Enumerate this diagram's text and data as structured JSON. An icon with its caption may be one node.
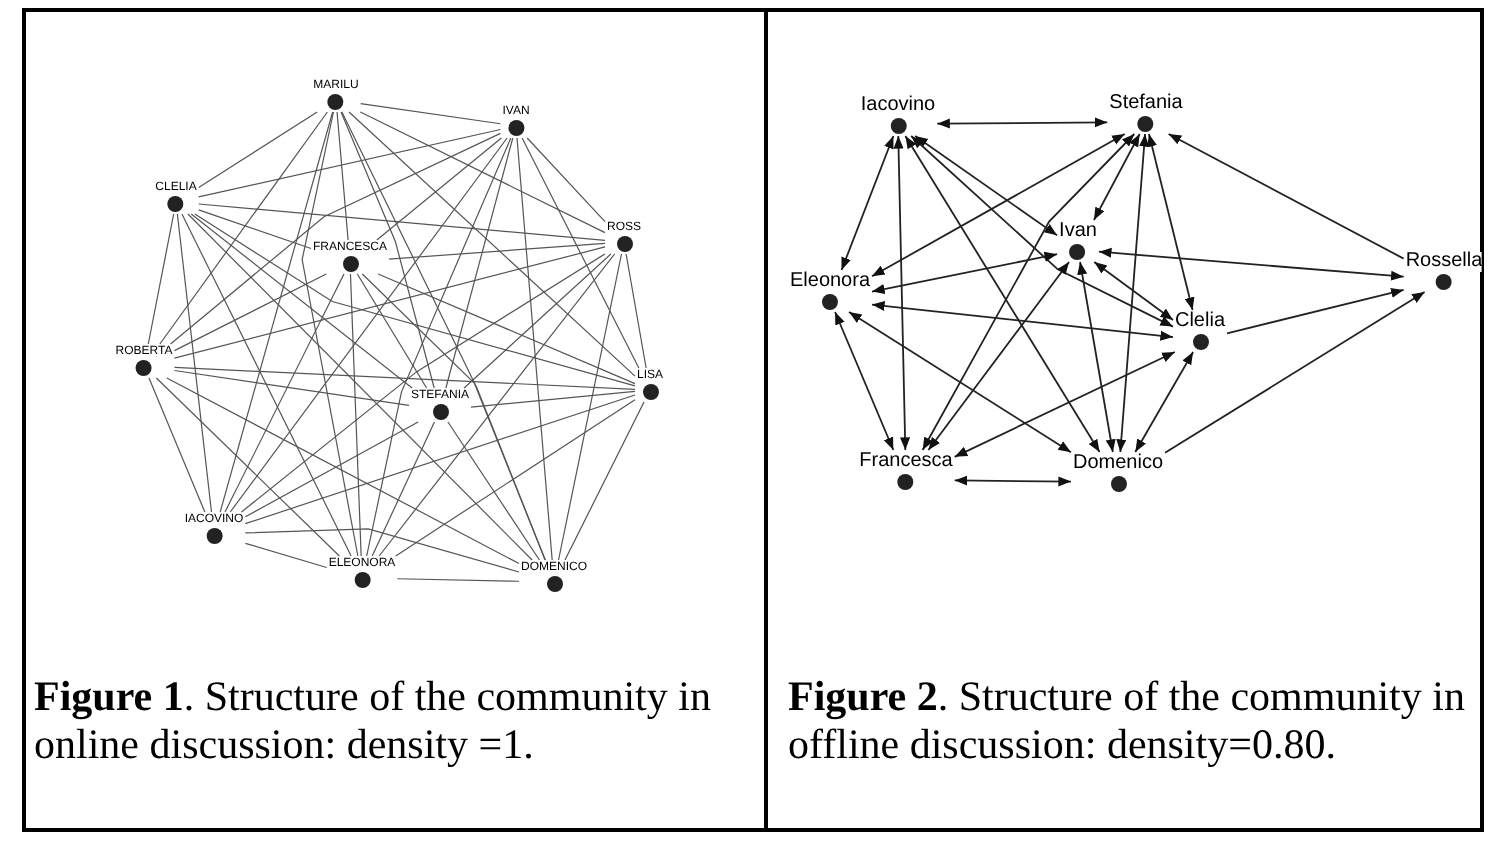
{
  "diagram": {
    "nodes": [
      {
        "text": [
          "MARILU"
        ]
      },
      {
        "text": [
          "IVAN"
        ]
      },
      {
        "text": [
          "CLELIA"
        ]
      },
      {
        "text": [
          "ROSS"
        ]
      },
      {
        "text": [
          "FRANCESCA"
        ]
      },
      {
        "text": [
          "ROBERTA"
        ]
      },
      {
        "text": [
          "LISA"
        ]
      },
      {
        "text": [
          "STEFANIA"
        ]
      },
      {
        "text": [
          "IACOVINO"
        ]
      },
      {
        "text": [
          "ELEONORA"
        ]
      },
      {
        "text": [
          "DOMENICO"
        ]
      },
      {
        "text": [
          "Iacovino"
        ]
      },
      {
        "text": [
          "Stefania"
        ]
      },
      {
        "text": [
          "Ivan"
        ]
      },
      {
        "text": [
          "Rossella"
        ]
      },
      {
        "text": [
          "Eleonora"
        ]
      },
      {
        "text": [
          "Clelia"
        ]
      },
      {
        "text": [
          "Francesca"
        ]
      },
      {
        "text": [
          "Domenico"
        ]
      }
    ],
    "edges": [
      {
        "from": 0,
        "to": 1,
        "arrow": "none"
      },
      {
        "from": 0,
        "to": 2,
        "arrow": "none"
      },
      {
        "from": 0,
        "to": 3,
        "arrow": "none"
      },
      {
        "from": 0,
        "to": 4,
        "arrow": "none"
      },
      {
        "from": 0,
        "to": 5,
        "arrow": "none"
      },
      {
        "from": 0,
        "to": 6,
        "arrow": "none"
      },
      {
        "from": 0,
        "to": 7,
        "arrow": "none"
      },
      {
        "from": 0,
        "to": 8,
        "arrow": "none"
      },
      {
        "from": 0,
        "to": 9,
        "arrow": "none"
      },
      {
        "from": 0,
        "to": 10,
        "arrow": "none"
      },
      {
        "from": 1,
        "to": 2,
        "arrow": "none"
      },
      {
        "from": 1,
        "to": 3,
        "arrow": "none"
      },
      {
        "from": 1,
        "to": 4,
        "arrow": "none"
      },
      {
        "from": 1,
        "to": 5,
        "arrow": "none"
      },
      {
        "from": 1,
        "to": 6,
        "arrow": "none"
      },
      {
        "from": 1,
        "to": 7,
        "arrow": "none"
      },
      {
        "from": 1,
        "to": 8,
        "arrow": "none"
      },
      {
        "from": 1,
        "to": 9,
        "arrow": "none"
      },
      {
        "from": 1,
        "to": 10,
        "arrow": "none"
      },
      {
        "from": 2,
        "to": 3,
        "arrow": "none"
      },
      {
        "from": 2,
        "to": 4,
        "arrow": "none"
      },
      {
        "from": 2,
        "to": 5,
        "arrow": "none"
      },
      {
        "from": 2,
        "to": 6,
        "arrow": "none"
      },
      {
        "from": 2,
        "to": 7,
        "arrow": "none"
      },
      {
        "from": 2,
        "to": 8,
        "arrow": "none"
      },
      {
        "from": 2,
        "to": 9,
        "arrow": "none"
      },
      {
        "from": 2,
        "to": 10,
        "arrow": "none"
      },
      {
        "from": 3,
        "to": 4,
        "arrow": "none"
      },
      {
        "from": 3,
        "to": 5,
        "arrow": "none"
      },
      {
        "from": 3,
        "to": 6,
        "arrow": "none"
      },
      {
        "from": 3,
        "to": 7,
        "arrow": "none"
      },
      {
        "from": 3,
        "to": 8,
        "arrow": "none"
      },
      {
        "from": 3,
        "to": 9,
        "arrow": "none"
      },
      {
        "from": 3,
        "to": 10,
        "arrow": "none"
      },
      {
        "from": 4,
        "to": 5,
        "arrow": "none"
      },
      {
        "from": 4,
        "to": 6,
        "arrow": "none"
      },
      {
        "from": 4,
        "to": 7,
        "arrow": "none"
      },
      {
        "from": 4,
        "to": 8,
        "arrow": "none"
      },
      {
        "from": 4,
        "to": 9,
        "arrow": "none"
      },
      {
        "from": 4,
        "to": 10,
        "arrow": "none"
      },
      {
        "from": 5,
        "to": 6,
        "arrow": "none"
      },
      {
        "from": 5,
        "to": 7,
        "arrow": "none"
      },
      {
        "from": 5,
        "to": 8,
        "arrow": "none"
      },
      {
        "from": 5,
        "to": 9,
        "arrow": "none"
      },
      {
        "from": 5,
        "to": 10,
        "arrow": "none"
      },
      {
        "from": 6,
        "to": 7,
        "arrow": "none"
      },
      {
        "from": 6,
        "to": 8,
        "arrow": "none"
      },
      {
        "from": 6,
        "to": 9,
        "arrow": "none"
      },
      {
        "from": 6,
        "to": 10,
        "arrow": "none"
      },
      {
        "from": 7,
        "to": 8,
        "arrow": "none"
      },
      {
        "from": 7,
        "to": 9,
        "arrow": "none"
      },
      {
        "from": 7,
        "to": 10,
        "arrow": "none"
      },
      {
        "from": 8,
        "to": 9,
        "arrow": "none"
      },
      {
        "from": 8,
        "to": 10,
        "arrow": "none"
      },
      {
        "from": 9,
        "to": 10,
        "arrow": "none"
      },
      {
        "from": 11,
        "to": 12,
        "arrow": "both"
      },
      {
        "from": 11,
        "to": 13,
        "arrow": "both"
      },
      {
        "from": 11,
        "to": 15,
        "arrow": "both"
      },
      {
        "from": 11,
        "to": 17,
        "arrow": "both"
      },
      {
        "from": 11,
        "to": 18,
        "arrow": "both"
      },
      {
        "from": 11,
        "to": 16,
        "arrow": "both"
      },
      {
        "from": 12,
        "to": 13,
        "arrow": "both"
      },
      {
        "from": 12,
        "to": 15,
        "arrow": "both"
      },
      {
        "from": 12,
        "to": 17,
        "arrow": "both"
      },
      {
        "from": 12,
        "to": 18,
        "arrow": "both"
      },
      {
        "from": 12,
        "to": 16,
        "arrow": "both"
      },
      {
        "from": 14,
        "to": 12,
        "arrow": "to"
      },
      {
        "from": 13,
        "to": 15,
        "arrow": "both"
      },
      {
        "from": 13,
        "to": 14,
        "arrow": "both"
      },
      {
        "from": 13,
        "to": 16,
        "arrow": "both"
      },
      {
        "from": 17,
        "to": 13,
        "arrow": "both"
      },
      {
        "from": 18,
        "to": 13,
        "arrow": "both"
      },
      {
        "from": 15,
        "to": 16,
        "arrow": "both"
      },
      {
        "from": 15,
        "to": 17,
        "arrow": "both"
      },
      {
        "from": 15,
        "to": 18,
        "arrow": "both"
      },
      {
        "from": 16,
        "to": 14,
        "arrow": "to"
      },
      {
        "from": 17,
        "to": 16,
        "arrow": "both"
      },
      {
        "from": 18,
        "to": 16,
        "arrow": "both"
      },
      {
        "from": 18,
        "to": 14,
        "arrow": "to"
      },
      {
        "from": 17,
        "to": 18,
        "arrow": "both"
      }
    ],
    "labels": [
      "**Figure 1**. Structure of the community in online discussion: density =1.",
      "**Figure 2**. Structure of the community in offline discussion: density=0.80."
    ]
  }
}
